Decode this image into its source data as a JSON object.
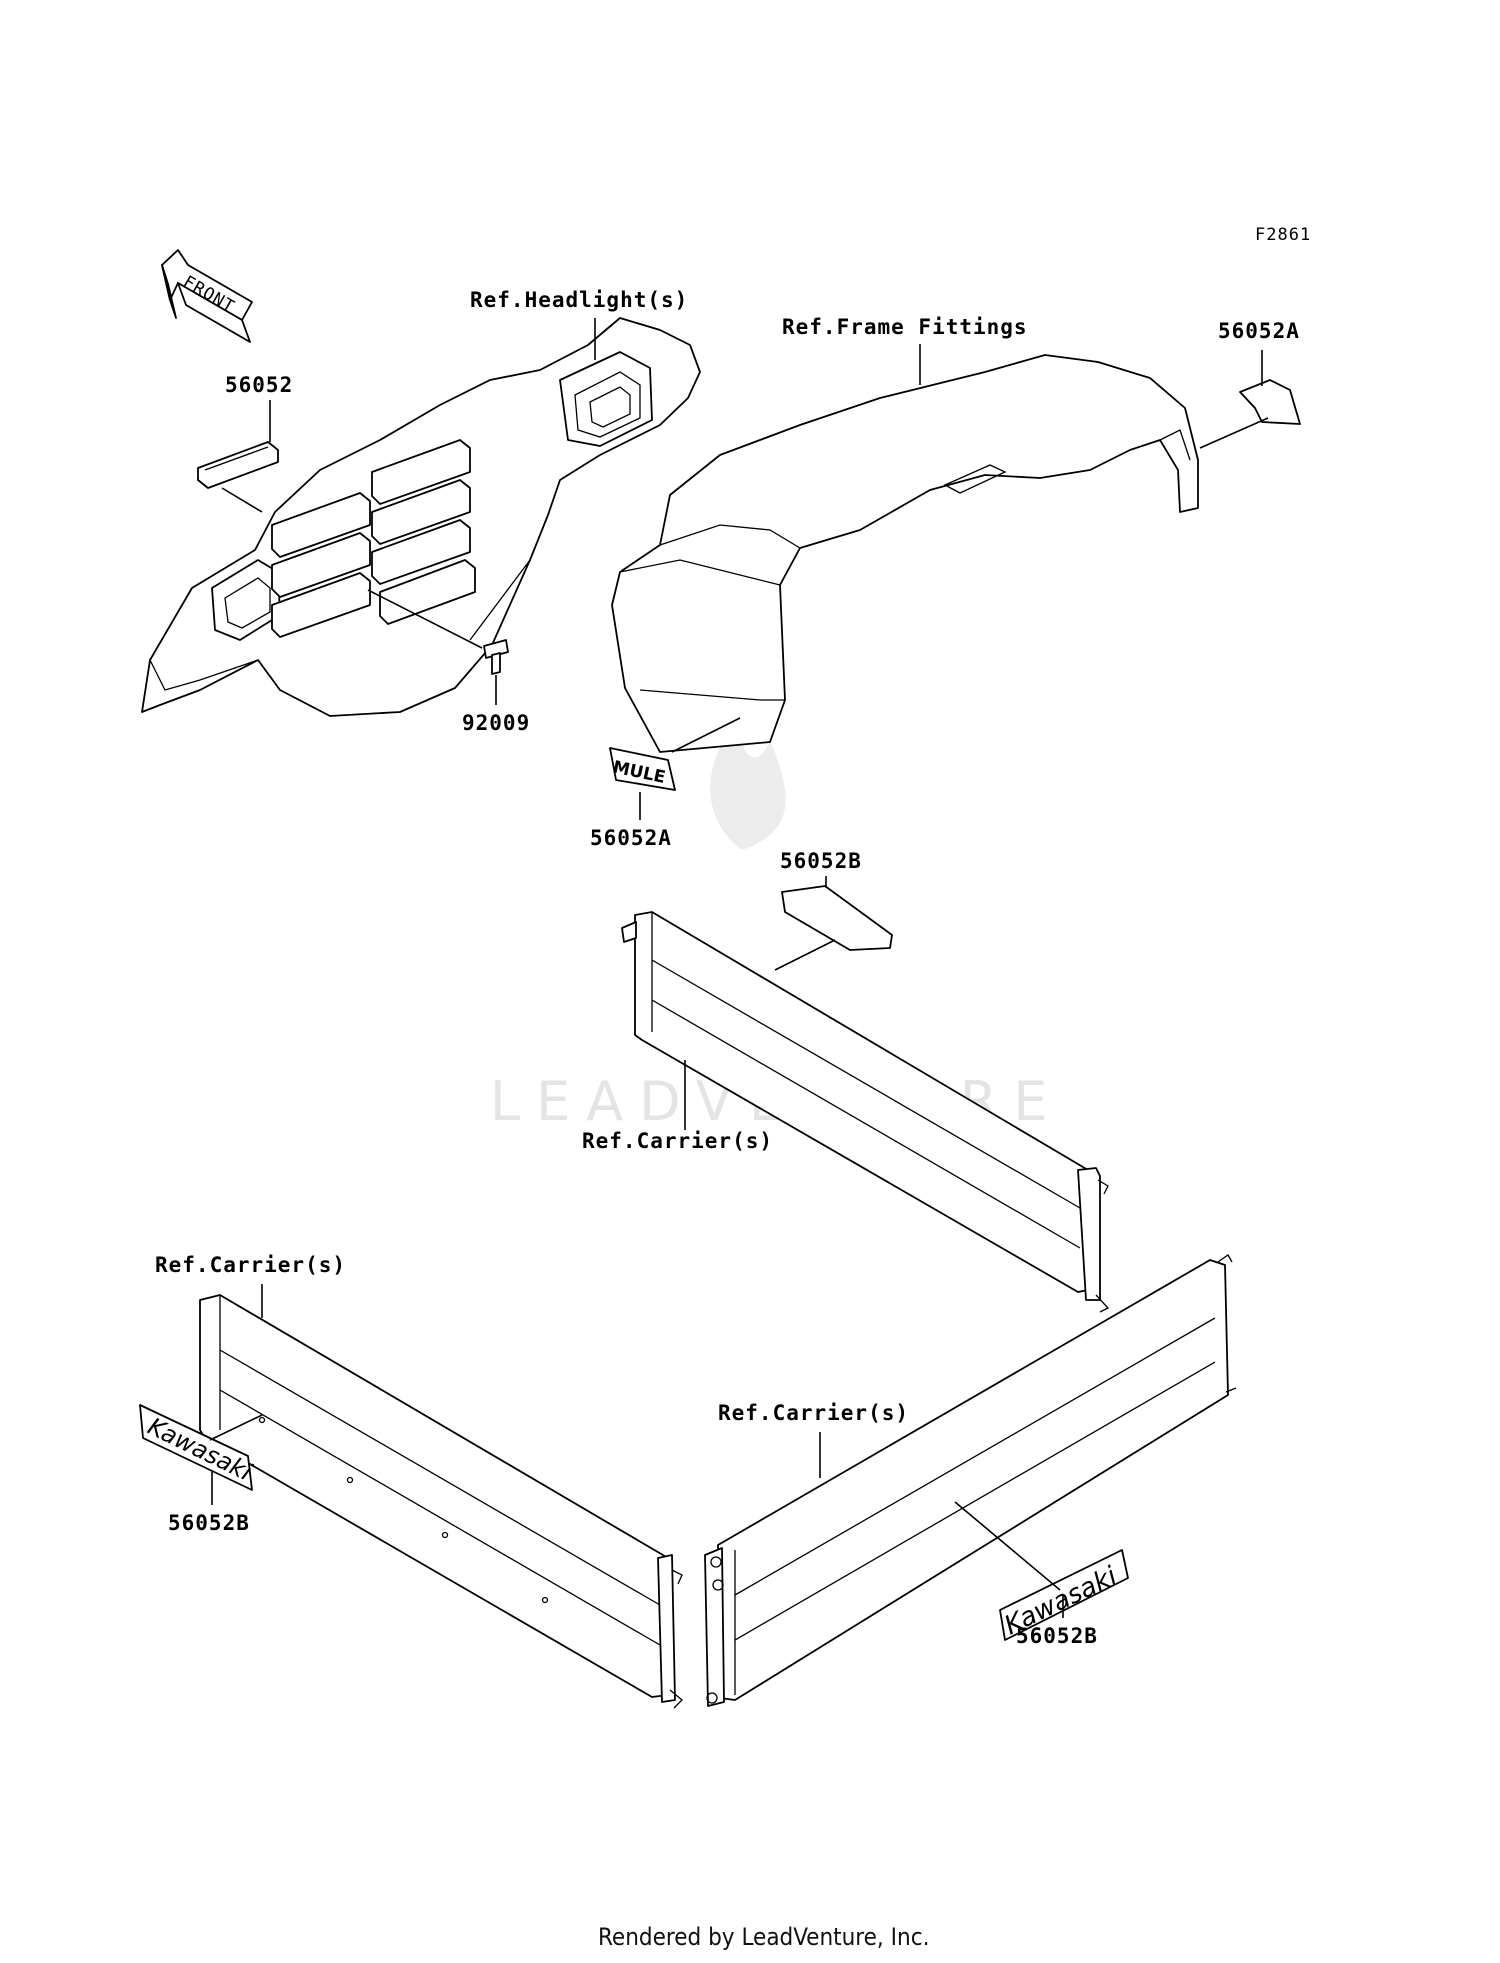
{
  "diagram_code": "F2861",
  "front_arrow": {
    "label": "FRONT"
  },
  "watermark": "LEADVENTURE",
  "labels": {
    "ref_headlights": "Ref.Headlight(s)",
    "ref_frame_fittings": "Ref.Frame Fittings",
    "ref_carrier_1": "Ref.Carrier(s)",
    "ref_carrier_2": "Ref.Carrier(s)",
    "ref_carrier_3": "Ref.Carrier(s)",
    "part_56052": "56052",
    "part_92009": "92009",
    "part_56052a_top": "56052A",
    "part_56052a_bottom": "56052A",
    "part_56052b_top": "56052B",
    "part_56052b_left": "56052B",
    "part_56052b_right": "56052B"
  },
  "decals": {
    "mule": "MULE",
    "kawasaki_left": "Kawasaki",
    "kawasaki_right": "Kawasaki"
  },
  "footer": "Rendered by LeadVenture, Inc."
}
